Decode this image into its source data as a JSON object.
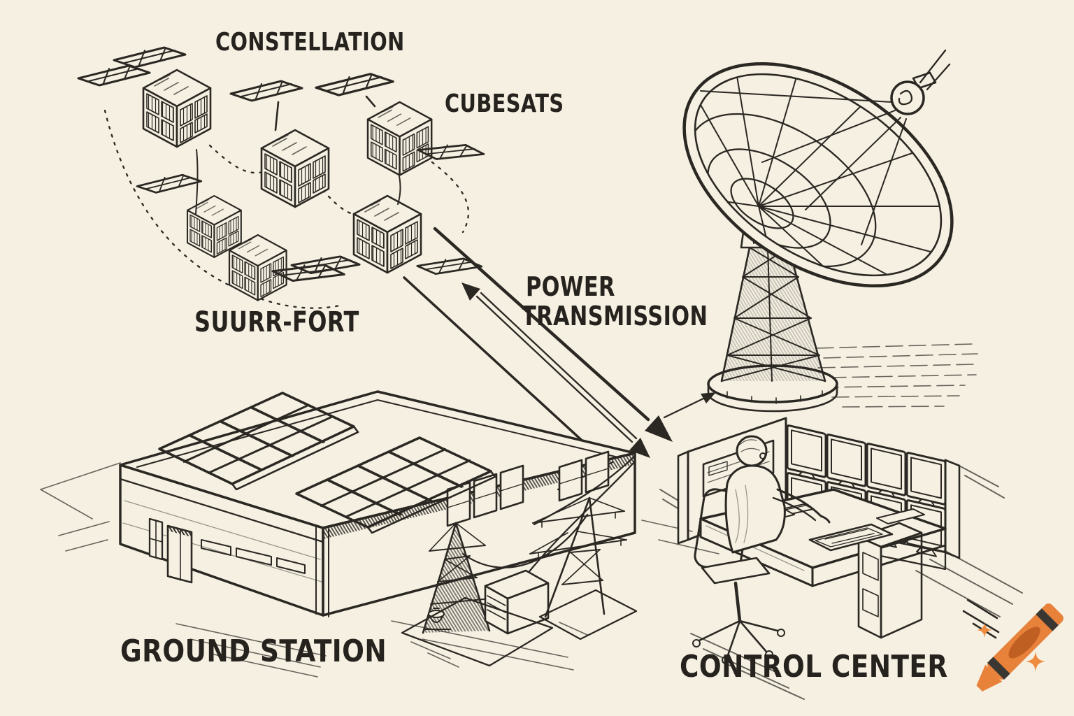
{
  "scene": {
    "paper_color": "#f5f0e2",
    "ink_color": "#2b2823"
  },
  "labels": {
    "constellation": "CONSTELLATION",
    "cubesats": "CUBESATS",
    "support": "SUURR-FORT",
    "power_line1": "POWER",
    "power_line2": "TRANSMISSION",
    "ground_station": "GROUND STATION",
    "control_center": "CONTROL CENTER"
  },
  "watermark": {
    "icon": "crayon-icon",
    "crayon_color": "#e8823b",
    "band_color": "#3a3733",
    "label_color": "#c05f22",
    "sparkle_color": "#ee8b3f"
  }
}
